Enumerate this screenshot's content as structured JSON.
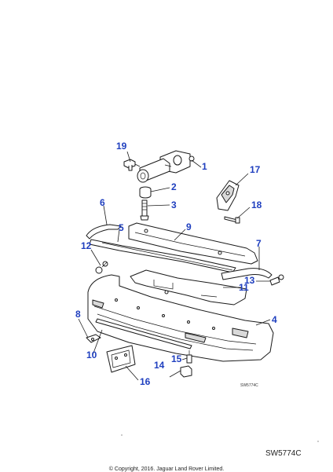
{
  "diagram": {
    "inner_code": "SW5774C",
    "callouts": [
      {
        "id": "c1",
        "label": "1"
      },
      {
        "id": "c2",
        "label": "2"
      },
      {
        "id": "c3",
        "label": "3"
      },
      {
        "id": "c4",
        "label": "4"
      },
      {
        "id": "c5",
        "label": "5"
      },
      {
        "id": "c6",
        "label": "6"
      },
      {
        "id": "c7",
        "label": "7"
      },
      {
        "id": "c8",
        "label": "8"
      },
      {
        "id": "c9",
        "label": "9"
      },
      {
        "id": "c10",
        "label": "10"
      },
      {
        "id": "c11",
        "label": "11"
      },
      {
        "id": "c12",
        "label": "12"
      },
      {
        "id": "c13",
        "label": "13"
      },
      {
        "id": "c14",
        "label": "14"
      },
      {
        "id": "c15",
        "label": "15"
      },
      {
        "id": "c16",
        "label": "16"
      },
      {
        "id": "c17",
        "label": "17"
      },
      {
        "id": "c18",
        "label": "18"
      },
      {
        "id": "c19",
        "label": "19"
      }
    ],
    "callout_color": "#1f3fbf"
  },
  "footer": {
    "ref_code": "SW5774C",
    "copyright": "© Copyright, 2016. Jaguar Land Rover Limited."
  }
}
